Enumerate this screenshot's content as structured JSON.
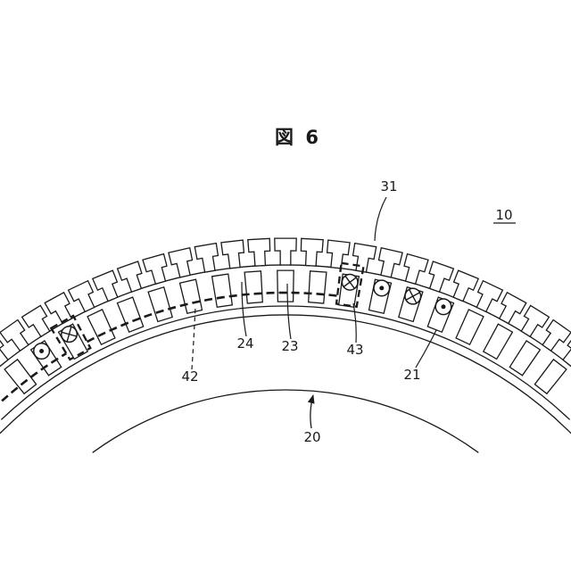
{
  "figure": {
    "title": "図 6",
    "reference_labels": {
      "r10": "10",
      "r20": "20",
      "r21": "21",
      "r23": "23",
      "r24": "24",
      "r31": "31",
      "r42": "42",
      "r43": "43"
    },
    "conductors": [
      {
        "slot_index": -8,
        "symbol": "dot"
      },
      {
        "slot_index": -7,
        "symbol": "cross"
      },
      {
        "slot_index": 2,
        "symbol": "cross"
      },
      {
        "slot_index": 3,
        "symbol": "dot"
      },
      {
        "slot_index": 4,
        "symbol": "cross"
      },
      {
        "slot_index": 5,
        "symbol": "dot"
      }
    ],
    "colors": {
      "line": "#1a1a1a",
      "background": "#ffffff"
    }
  }
}
